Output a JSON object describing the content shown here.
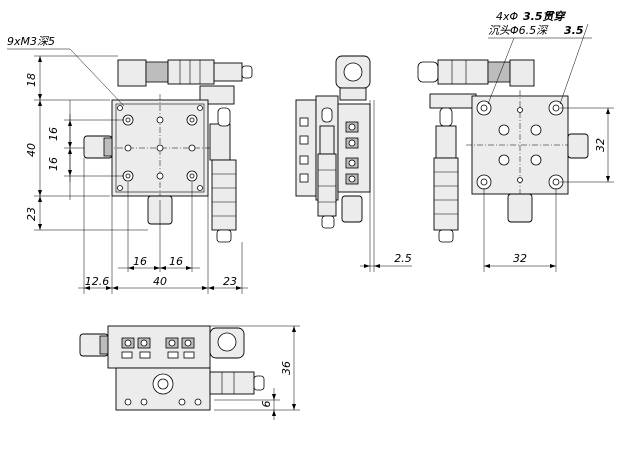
{
  "notes": {
    "thread_holes": "9xM3深5",
    "through_holes_line1_prefix": "4xΦ",
    "through_holes_line1_value": "3.5贯穿",
    "through_holes_line2_prefix": "沉头Φ6.5深",
    "through_holes_line2_value": "3.5"
  },
  "dimensions": {
    "top_height": "18",
    "side_16_upper": "16",
    "side_40": "40",
    "side_16_lower": "16",
    "bottom_23": "23",
    "x_16_left": "16",
    "x_16_right": "16",
    "x_12_6": "12.6",
    "x_40": "40",
    "x_23": "23",
    "side_2_5": "2.5",
    "right_32_vertical": "32",
    "right_32_horizontal": "32",
    "bottom_36": "36",
    "bottom_6": "6"
  }
}
